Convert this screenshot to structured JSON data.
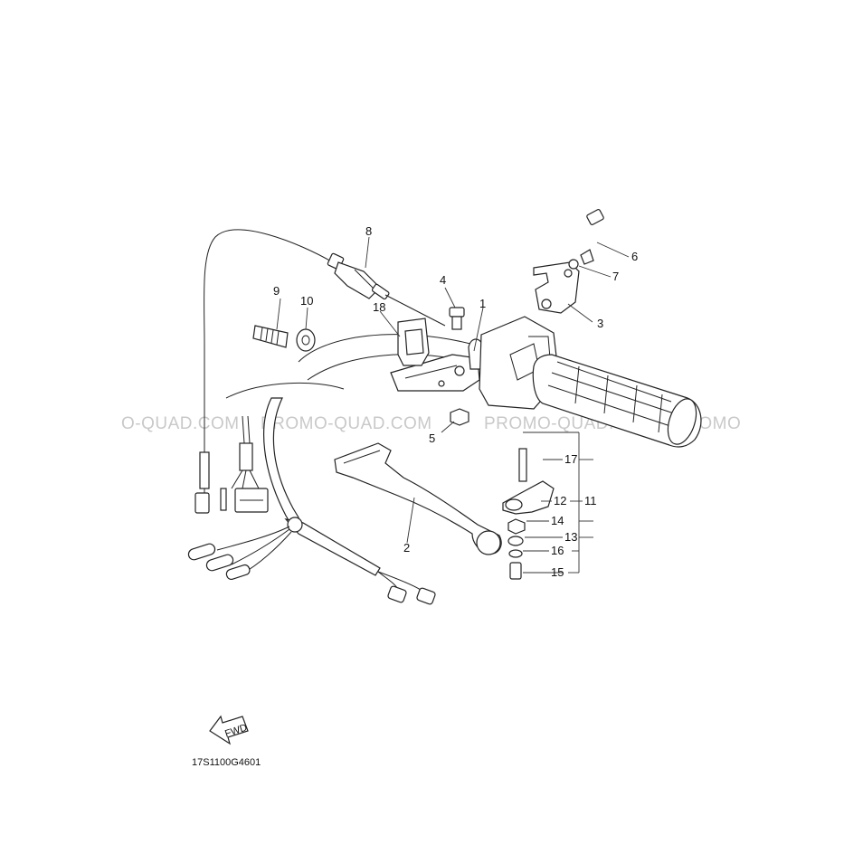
{
  "diagram": {
    "callouts": [
      "1",
      "2",
      "3",
      "4",
      "5",
      "6",
      "7",
      "8",
      "9",
      "10",
      "11",
      "12",
      "13",
      "14",
      "15",
      "16",
      "17",
      "18"
    ],
    "watermark": [
      "O-QUAD.COM",
      "PROMO-QUAD.COM",
      "PROMO-QUAD.COM",
      "PROMO"
    ],
    "fwd_label": "FWD",
    "drawing_code": "17S1100G4601"
  }
}
